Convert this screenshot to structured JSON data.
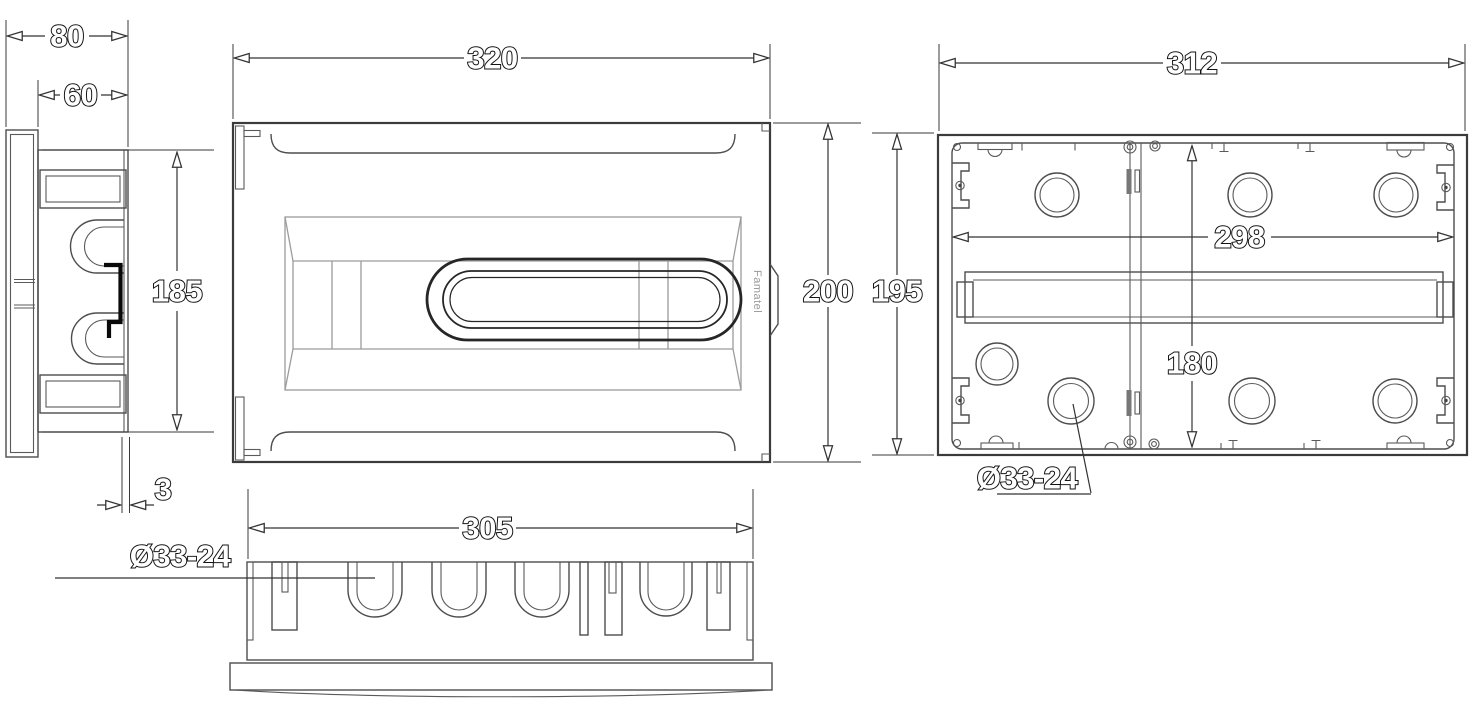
{
  "views": {
    "side": {
      "dims": {
        "depth_overall": "80",
        "depth_body": "60",
        "height": "185",
        "flange_offset": "3"
      }
    },
    "front": {
      "dims": {
        "width": "320",
        "height": "200"
      },
      "brand_label": "Famatel"
    },
    "bottom": {
      "dims": {
        "width": "305"
      },
      "knockout_label": "Ø33-24"
    },
    "back": {
      "dims": {
        "width": "312",
        "height": "195",
        "inner_width": "298",
        "inner_height": "180"
      },
      "knockout_label": "Ø33-24"
    }
  }
}
